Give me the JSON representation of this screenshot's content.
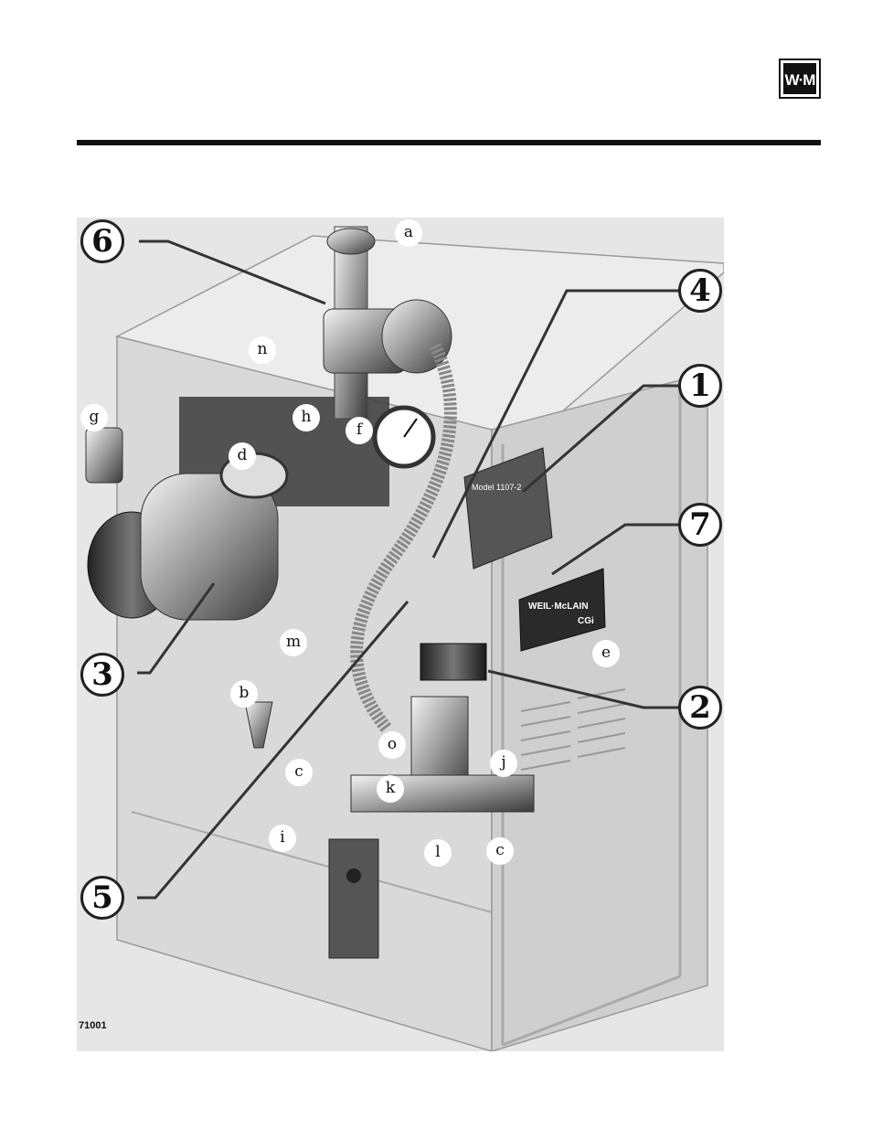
{
  "logo": {
    "text": "W·M"
  },
  "figure": {
    "id": "71001",
    "nameplate": {
      "model_label": "Model 1107-2",
      "brand_label": "WEIL·McLAIN",
      "cert_label": "CGi"
    },
    "callouts": [
      "1",
      "2",
      "3",
      "4",
      "5",
      "6",
      "7"
    ],
    "letters": [
      "a",
      "b",
      "c",
      "c",
      "d",
      "e",
      "f",
      "g",
      "h",
      "i",
      "j",
      "k",
      "l",
      "m",
      "n",
      "o"
    ]
  }
}
